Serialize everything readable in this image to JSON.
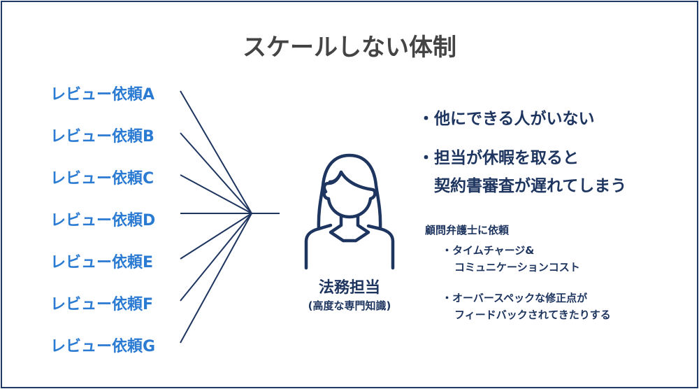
{
  "title": "スケールしない体制",
  "requests": [
    "レビュー依頼A",
    "レビュー依頼B",
    "レビュー依頼C",
    "レビュー依頼D",
    "レビュー依頼E",
    "レビュー依頼F",
    "レビュー依頼G"
  ],
  "role": {
    "name": "法務担当",
    "note": "(高度な専門知識)"
  },
  "problems": [
    {
      "bullet": "・",
      "line1": "他にできる人がいない",
      "line2": ""
    },
    {
      "bullet": "・",
      "line1": "担当が休暇を取ると",
      "line2": "契約書審査が遅れてしまう"
    }
  ],
  "lawyer": {
    "heading": "顧問弁護士に依頼",
    "items": [
      {
        "bullet": "・",
        "line1": "タイムチャージ&",
        "line2": "コミュニケーションコスト"
      },
      {
        "bullet": "・",
        "line1": "オーバースペックな修正点が",
        "line2": "フィードバックされてきたりする"
      }
    ]
  },
  "colors": {
    "navy": "#1e3560",
    "blue": "#2b7bd3",
    "title": "#444444"
  }
}
